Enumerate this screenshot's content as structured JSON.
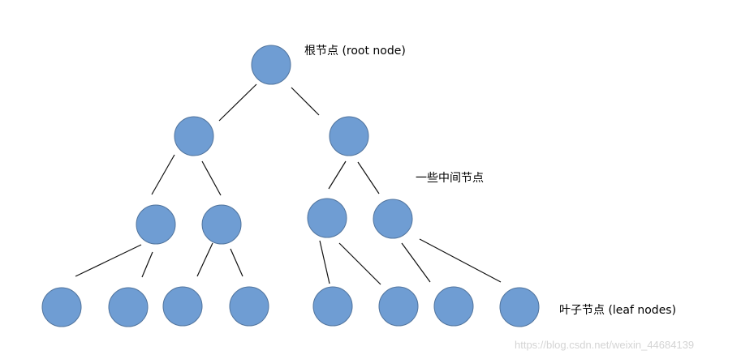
{
  "colors": {
    "node_fill": "#6f9dd3",
    "node_stroke": "#51749d",
    "edge": "#111111",
    "label": "#000000",
    "watermark": "#d4d4d4"
  },
  "labels": {
    "root": "根节点 (root node)",
    "internal": "一些中间节点",
    "leaf": "叶子节点 (leaf nodes)"
  },
  "watermark": "https://blog.csdn.net/weixin_44684139"
}
